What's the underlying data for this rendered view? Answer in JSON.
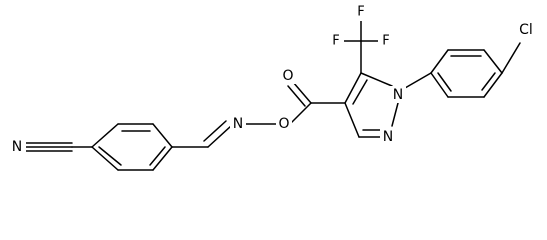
{
  "molecule": {
    "atom_labels": {
      "n_nitrile": "N",
      "n_imine": "N",
      "o_oxime": "O",
      "o_carbonyl": "O",
      "n_pyrazole_2": "N",
      "n_pyrazole_1": "N",
      "f_top": "F",
      "f_left": "F",
      "f_right": "F",
      "cl": "Cl"
    }
  }
}
